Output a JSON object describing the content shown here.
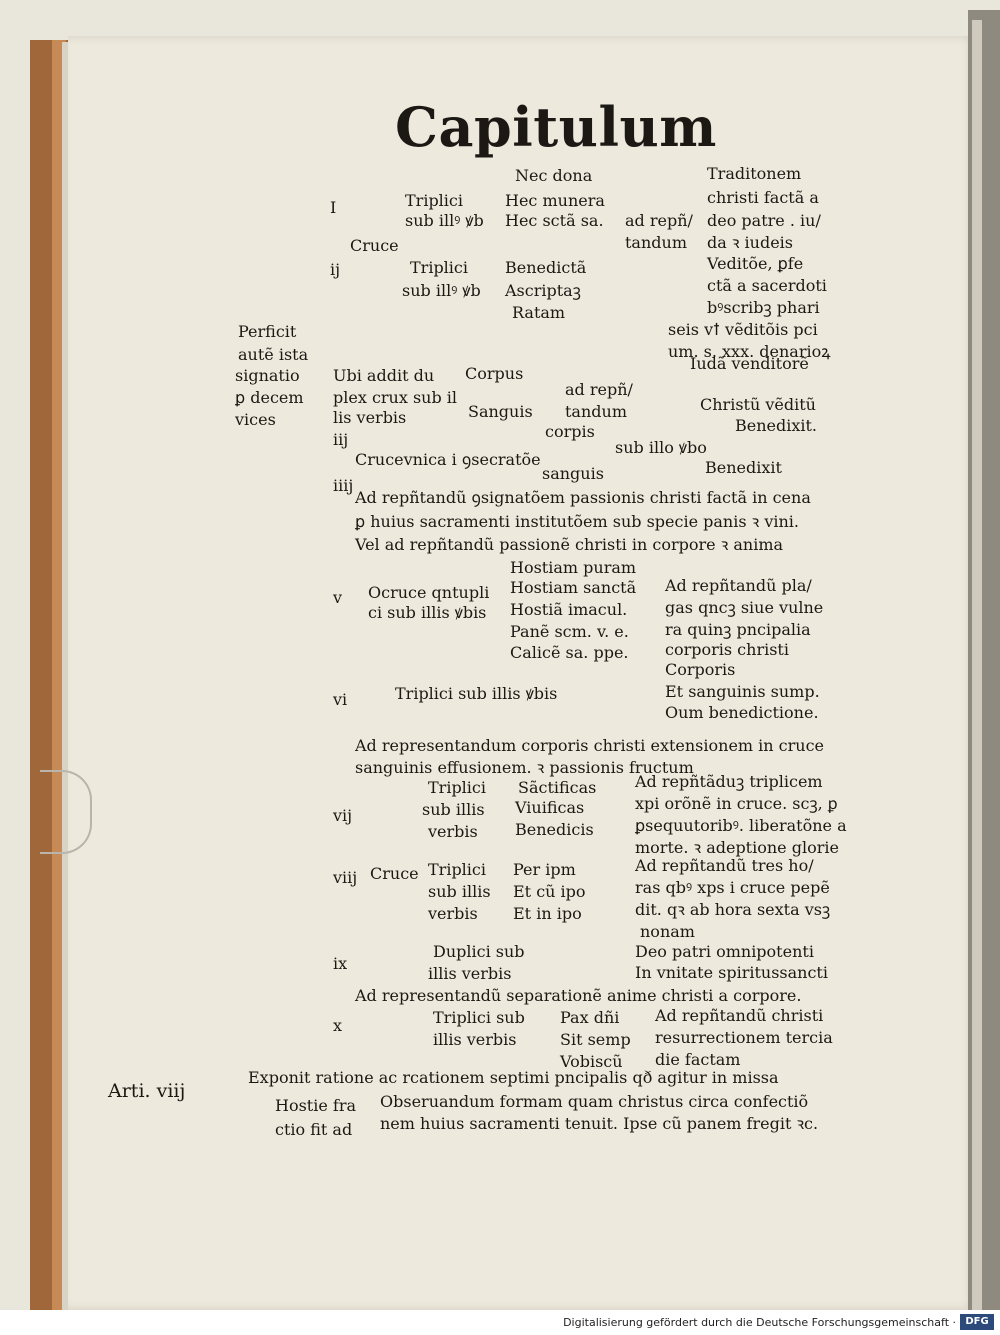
{
  "page": {
    "title": "Capitulum",
    "lines": [
      [
        "Nec dona",
        515,
        168
      ],
      [
        "Traditonem",
        707,
        166
      ],
      [
        "Triplici",
        405,
        193
      ],
      [
        "Hec munera",
        505,
        193
      ],
      [
        "christi factã a",
        707,
        190
      ],
      [
        "I",
        330,
        200
      ],
      [
        "sub illꝰ ꝟb",
        405,
        213
      ],
      [
        "Hec sctã sa.",
        505,
        213
      ],
      [
        "ad repñ/",
        625,
        213
      ],
      [
        "deo patre . iu/",
        707,
        213
      ],
      [
        "tandum",
        625,
        235
      ],
      [
        "da ꝛ iudeis",
        707,
        235
      ],
      [
        "Cruce",
        350,
        238
      ],
      [
        "Veditõe, ꝑfe",
        707,
        256
      ],
      [
        "ij",
        330,
        262
      ],
      [
        "Triplici",
        410,
        260
      ],
      [
        "Benedictã",
        505,
        260
      ],
      [
        "sub illꝰ ꝟb",
        402,
        283
      ],
      [
        "Ascriptaꝫ",
        505,
        283
      ],
      [
        "ctã a sacerdoti",
        707,
        278
      ],
      [
        "Ratam",
        512,
        305
      ],
      [
        "bꝰscribꝫ phari",
        707,
        300
      ],
      [
        "Perficit",
        238,
        324
      ],
      [
        "seis vꝉ vẽditõis pci",
        668,
        322
      ],
      [
        "autẽ ista",
        238,
        347
      ],
      [
        "um. s. xxx. denarioꝝ",
        668,
        344
      ],
      [
        "signatio",
        235,
        368
      ],
      [
        "Ubi addit du",
        333,
        368
      ],
      [
        "Corpus",
        465,
        366
      ],
      [
        "Iudã venditorẽ",
        690,
        356
      ],
      [
        "ad repñ/",
        565,
        382
      ],
      [
        "ꝑ decem",
        235,
        390
      ],
      [
        "plex crux sub il",
        333,
        390
      ],
      [
        "Christũ vẽditũ",
        700,
        397
      ],
      [
        "vices",
        235,
        412
      ],
      [
        "lis verbis",
        333,
        410
      ],
      [
        "Sanguis",
        468,
        404
      ],
      [
        "tandum",
        565,
        404
      ],
      [
        "Benedixit.",
        735,
        418
      ],
      [
        "iij",
        333,
        432
      ],
      [
        "corpis",
        545,
        424
      ],
      [
        "sub illo ꝟbo",
        615,
        440
      ],
      [
        "Crucevnica i ꝯsecratõe",
        355,
        452
      ],
      [
        "sanguis",
        542,
        466
      ],
      [
        "Benedixit",
        705,
        460
      ],
      [
        "iiij",
        333,
        478
      ],
      [
        "Ad repñtandũ ꝯsignatõem passionis christi factã in cena",
        355,
        490
      ],
      [
        "ꝑ huius sacramenti institutõem sub specie panis ꝛ vini.",
        355,
        514
      ],
      [
        "Vel ad repñtandũ passionẽ christi in corpore ꝛ anima",
        355,
        537
      ],
      [
        "Hostiam puram",
        510,
        560
      ],
      [
        "v",
        333,
        590
      ],
      [
        "Ocruce qntupli",
        368,
        585
      ],
      [
        "Hostiam sanctã",
        510,
        580
      ],
      [
        "Ad repñtandũ pla/",
        665,
        578
      ],
      [
        "ci sub illis ꝟbis",
        368,
        605
      ],
      [
        "Hostiã imacul.",
        510,
        602
      ],
      [
        "gas qncꝫ siue vulne",
        665,
        600
      ],
      [
        "Panẽ scm. v. e.",
        510,
        624
      ],
      [
        "ra quinꝫ pncipalia",
        665,
        622
      ],
      [
        "Calicẽ sa. ppe.",
        510,
        645
      ],
      [
        "corporis christi",
        665,
        642
      ],
      [
        "Corporis",
        665,
        662
      ],
      [
        "vi",
        333,
        692
      ],
      [
        "Triplici sub illis ꝟbis",
        395,
        686
      ],
      [
        "Et sanguinis sump.",
        665,
        684
      ],
      [
        "Oum benedictione.",
        665,
        705
      ],
      [
        "Ad representandum corporis christi extensionem in cruce",
        355,
        738
      ],
      [
        "sanguinis effusionem. ꝛ passionis fructum",
        355,
        760
      ],
      [
        "Triplici",
        428,
        780
      ],
      [
        "Sãctificas",
        518,
        780
      ],
      [
        "Ad repñtãduꝫ triplicem",
        635,
        774
      ],
      [
        "vij",
        333,
        808
      ],
      [
        "sub illis",
        422,
        802
      ],
      [
        "Viuificas",
        515,
        800
      ],
      [
        "xpi orõnẽ in cruce. scꝫ, ꝑ",
        635,
        796
      ],
      [
        "verbis",
        428,
        824
      ],
      [
        "Benedicis",
        515,
        822
      ],
      [
        "ꝑsequutoribꝰ. liberatõne a",
        635,
        818
      ],
      [
        "morte. ꝛ adeptione glorie",
        635,
        840
      ],
      [
        "viij",
        333,
        870
      ],
      [
        "Cruce",
        370,
        866
      ],
      [
        "Triplici",
        428,
        862
      ],
      [
        "Per ipm",
        513,
        862
      ],
      [
        "Ad repñtandũ tres ho/",
        635,
        858
      ],
      [
        "sub illis",
        428,
        884
      ],
      [
        "Et cũ ipo",
        513,
        884
      ],
      [
        "ras qbꝰ xps i cruce pepẽ",
        635,
        880
      ],
      [
        "verbis",
        428,
        906
      ],
      [
        "Et in ipo",
        513,
        906
      ],
      [
        "dit. qꝛ ab hora sexta vsꝫ",
        635,
        902
      ],
      [
        "nonam",
        640,
        924
      ],
      [
        "ix",
        333,
        956
      ],
      [
        "Duplici sub",
        433,
        944
      ],
      [
        "Deo patri omnipotenti",
        635,
        944
      ],
      [
        "illis verbis",
        428,
        966
      ],
      [
        "In vnitate spiritussancti",
        635,
        965
      ],
      [
        "Ad representandũ separationẽ anime christi a corpore.",
        355,
        988
      ],
      [
        "x",
        333,
        1018
      ],
      [
        "Triplici sub",
        433,
        1010
      ],
      [
        "Pax dñi",
        560,
        1010
      ],
      [
        "Ad repñtandũ christi",
        655,
        1008
      ],
      [
        "illis verbis",
        433,
        1032
      ],
      [
        "Sit semp",
        560,
        1032
      ],
      [
        "resurrectionem tercia",
        655,
        1030
      ],
      [
        "Vobiscũ",
        560,
        1054
      ],
      [
        "die factam",
        655,
        1052
      ],
      [
        "Arti. viij",
        108,
        1082
      ],
      [
        "Exponit ratione ac rcationem septimi pncipalis qð agitur in missa",
        248,
        1070
      ],
      [
        "Hostie fra",
        275,
        1098
      ],
      [
        "Obseruandum formam quam christus circa confectiõ",
        380,
        1094
      ],
      [
        "ctio fit ad",
        275,
        1122
      ],
      [
        "nem huius sacramenti tenuit. Ipse cũ panem fregit ꝛc.",
        380,
        1116
      ]
    ]
  },
  "footer": {
    "text": "Digitalisierung gefördert durch die Deutsche Forschungsgemeinschaft ·",
    "logo": "DFG"
  }
}
